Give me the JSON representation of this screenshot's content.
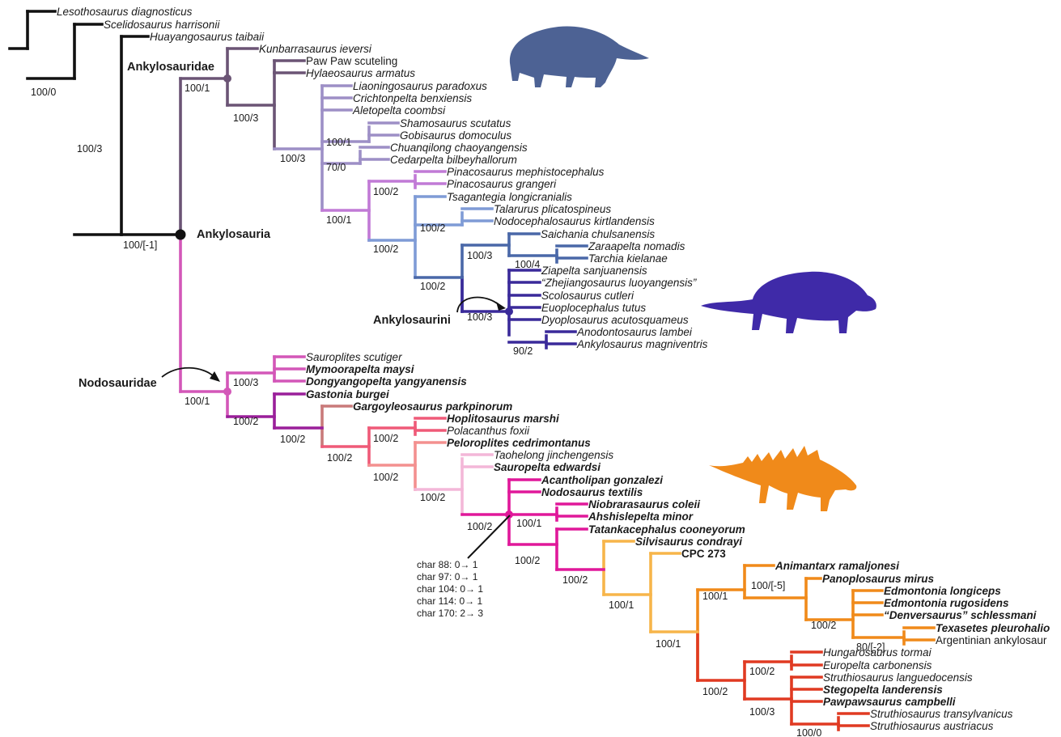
{
  "colors": {
    "black": "#111111",
    "ankylosauridae": "#6b5475",
    "lavender": "#9d8fc6",
    "orchid": "#c17ad6",
    "cornflower": "#7f9bd6",
    "steel": "#4a68a8",
    "indigo": "#3a2a9a",
    "nodosaur_pink": "#d357b8",
    "purple": "#9a1f9a",
    "rose_brown": "#c97a7a",
    "coral": "#ef5a78",
    "salmon": "#f3908f",
    "light_pink": "#f3b7d8",
    "magenta": "#e0189a",
    "light_orange": "#f7b54a",
    "orange": "#f08a1a",
    "red": "#e03a22",
    "highlight_red": "#e03a22",
    "highlight_blue": "#3a2ab0",
    "sil_blue": "#4d6294",
    "sil_indigo": "#3f2aa8",
    "sil_orange": "#f08a1a"
  },
  "taxa": [
    {
      "id": "leso",
      "label": "Lesothosaurus diagnosticus"
    },
    {
      "id": "sceli",
      "label": "Scelidosaurus harrisonii"
    },
    {
      "id": "huay",
      "label": "Huayangosaurus taibaii"
    },
    {
      "id": "kunb",
      "label": "Kunbarrasaurus ieversi"
    },
    {
      "id": "pawpawsc",
      "label": "Paw Paw scuteling"
    },
    {
      "id": "hylaeo",
      "label": "Hylaeosaurus armatus"
    },
    {
      "id": "liaon",
      "label": "Liaoningosaurus paradoxus"
    },
    {
      "id": "crich",
      "label": "Crichtonpelta benxiensis"
    },
    {
      "id": "aleto",
      "label": "Aletopelta coombsi"
    },
    {
      "id": "shamo",
      "label": "Shamosaurus scutatus"
    },
    {
      "id": "gobi",
      "label": "Gobisaurus domoculus"
    },
    {
      "id": "chuan",
      "label": "Chuanqilong chaoyangensis"
    },
    {
      "id": "cedar",
      "label": "Cedarpelta bilbeyhallorum"
    },
    {
      "id": "pmeph",
      "label": "Pinacosaurus mephistocephalus"
    },
    {
      "id": "pgran",
      "label": "Pinacosaurus grangeri"
    },
    {
      "id": "tsag",
      "label": "Tsagantegia longicranialis"
    },
    {
      "id": "talar",
      "label": "Talarurus plicatospineus"
    },
    {
      "id": "nodoc",
      "label": "Nodocephalosaurus kirtlandensis"
    },
    {
      "id": "saich",
      "label": "Saichania chulsanensis"
    },
    {
      "id": "zara",
      "label": "Zaraapelta nomadis"
    },
    {
      "id": "tarch",
      "label": "Tarchia kielanae"
    },
    {
      "id": "ziap",
      "label": "Ziapelta sanjuanensis"
    },
    {
      "id": "zhej",
      "label": "“Zhejiangosaurus luoyangensis”"
    },
    {
      "id": "scolo",
      "label": "Scolosaurus cutleri"
    },
    {
      "id": "euop",
      "label": "Euoplocephalus tutus"
    },
    {
      "id": "dyop",
      "label": "Dyoplosaurus acutosquameus"
    },
    {
      "id": "anod",
      "label": "Anodontosaurus lambei"
    },
    {
      "id": "ankm",
      "label": "Ankylosaurus magniventris"
    },
    {
      "id": "saurs",
      "label": "Sauroplites scutiger"
    },
    {
      "id": "mymo",
      "label": "Mymoorapelta maysi"
    },
    {
      "id": "dong",
      "label": "Dongyangopelta yangyanensis"
    },
    {
      "id": "gast",
      "label": "Gastonia burgei"
    },
    {
      "id": "garg",
      "label": "Gargoyleosaurus parkpinorum"
    },
    {
      "id": "hopl",
      "label": "Hoplitosaurus marshi"
    },
    {
      "id": "polac",
      "label": "Polacanthus foxii"
    },
    {
      "id": "pelo",
      "label": "Peloroplites cedrimontanus"
    },
    {
      "id": "taoh",
      "label": "Taohelong jinchengensis"
    },
    {
      "id": "saurp",
      "label": "Sauropelta edwardsi"
    },
    {
      "id": "acan",
      "label": "Acantholipan gonzalezi"
    },
    {
      "id": "nodt",
      "label": "Nodosaurus textilis"
    },
    {
      "id": "niob",
      "label": "Niobrarasaurus coleii"
    },
    {
      "id": "ahsh",
      "label": "Ahshislepelta minor"
    },
    {
      "id": "tatk",
      "label": "Tatankacephalus cooneyorum"
    },
    {
      "id": "silv",
      "label": "Silvisaurus condrayi"
    },
    {
      "id": "cpc",
      "label": "CPC 273"
    },
    {
      "id": "anim",
      "label": "Animantarx ramaljonesi"
    },
    {
      "id": "panop",
      "label": "Panoplosaurus mirus"
    },
    {
      "id": "edlon",
      "label": "Edmontonia longiceps"
    },
    {
      "id": "edrug",
      "label": "Edmontonia rugosidens"
    },
    {
      "id": "denv",
      "label": "“Denversaurus” schlessmani"
    },
    {
      "id": "texa",
      "label": "Texasetes pleurohalio"
    },
    {
      "id": "argen",
      "label": "Argentinian ankylosaur"
    },
    {
      "id": "hung",
      "label": "Hungarosaurus tormai"
    },
    {
      "id": "europ",
      "label": "Europelta carbonensis"
    },
    {
      "id": "strl",
      "label": "Struthiosaurus languedocensis"
    },
    {
      "id": "steg",
      "label": "Stegopelta landerensis"
    },
    {
      "id": "pawc",
      "label": "Pawpawsaurus campbelli"
    },
    {
      "id": "strt",
      "label": "Struthiosaurus transylvanicus"
    },
    {
      "id": "stra",
      "label": "Struthiosaurus austriacus"
    }
  ],
  "supports": [
    {
      "id": "s_root",
      "label": "100/0"
    },
    {
      "id": "s_sceli",
      "label": "100/3"
    },
    {
      "id": "s_ankylosauria",
      "label": "100/[-1]"
    },
    {
      "id": "s_ankylosauridae",
      "label": "100/1"
    },
    {
      "id": "s_a1",
      "label": "100/3"
    },
    {
      "id": "s_a2",
      "label": "100/3"
    },
    {
      "id": "s_sham",
      "label": "100/1"
    },
    {
      "id": "s_chuan",
      "label": "70/0"
    },
    {
      "id": "s_a4",
      "label": "100/1"
    },
    {
      "id": "s_pina",
      "label": "100/2"
    },
    {
      "id": "s_a5",
      "label": "100/2"
    },
    {
      "id": "s_tal",
      "label": "100/2"
    },
    {
      "id": "s_a7",
      "label": "100/2"
    },
    {
      "id": "s_saich",
      "label": "100/3"
    },
    {
      "id": "s_zara",
      "label": "100/4"
    },
    {
      "id": "s_ankini",
      "label": "100/3"
    },
    {
      "id": "s_anod",
      "label": "90/2"
    },
    {
      "id": "s_nodosauridae",
      "label": "100/1"
    },
    {
      "id": "s_sau",
      "label": "100/3"
    },
    {
      "id": "s_n2",
      "label": "100/2"
    },
    {
      "id": "s_n3",
      "label": "100/2"
    },
    {
      "id": "s_n4",
      "label": "100/2"
    },
    {
      "id": "s_hop",
      "label": "100/2"
    },
    {
      "id": "s_n5",
      "label": "100/2"
    },
    {
      "id": "s_n6",
      "label": "100/2"
    },
    {
      "id": "s_n7",
      "label": "100/2"
    },
    {
      "id": "s_nio",
      "label": "100/1"
    },
    {
      "id": "s_n8",
      "label": "100/2"
    },
    {
      "id": "s_n9",
      "label": "100/2"
    },
    {
      "id": "s_n10",
      "label": "100/1"
    },
    {
      "id": "s_n11",
      "label": "100/1"
    },
    {
      "id": "s_anim",
      "label": "100/1"
    },
    {
      "id": "s_pan",
      "label": "100/[-5]"
    },
    {
      "id": "s_edm",
      "label": "100/2"
    },
    {
      "id": "s_tex",
      "label": "80/[-2]"
    },
    {
      "id": "s_red",
      "label": "100/2"
    },
    {
      "id": "s_hung",
      "label": "100/2"
    },
    {
      "id": "s_strl",
      "label": "100/3"
    },
    {
      "id": "s_strt",
      "label": "100/0"
    }
  ],
  "clades": {
    "ankylosauridae": "Ankylosauridae",
    "ankylosauria": "Ankylosauria",
    "ankylosaurini": "Ankylosaurini",
    "nodosauridae": "Nodosauridae"
  },
  "characters": [
    "char   88: 0→ 1",
    "char   97: 0→ 1",
    "char 104: 0→ 1",
    "char 114: 0→ 1",
    "char 170: 2→ 3"
  ],
  "silhouettes": {
    "top": "ankylosaur-silhouette",
    "middle": "ankylosaurine-silhouette",
    "bottom": "nodosaur-silhouette"
  }
}
